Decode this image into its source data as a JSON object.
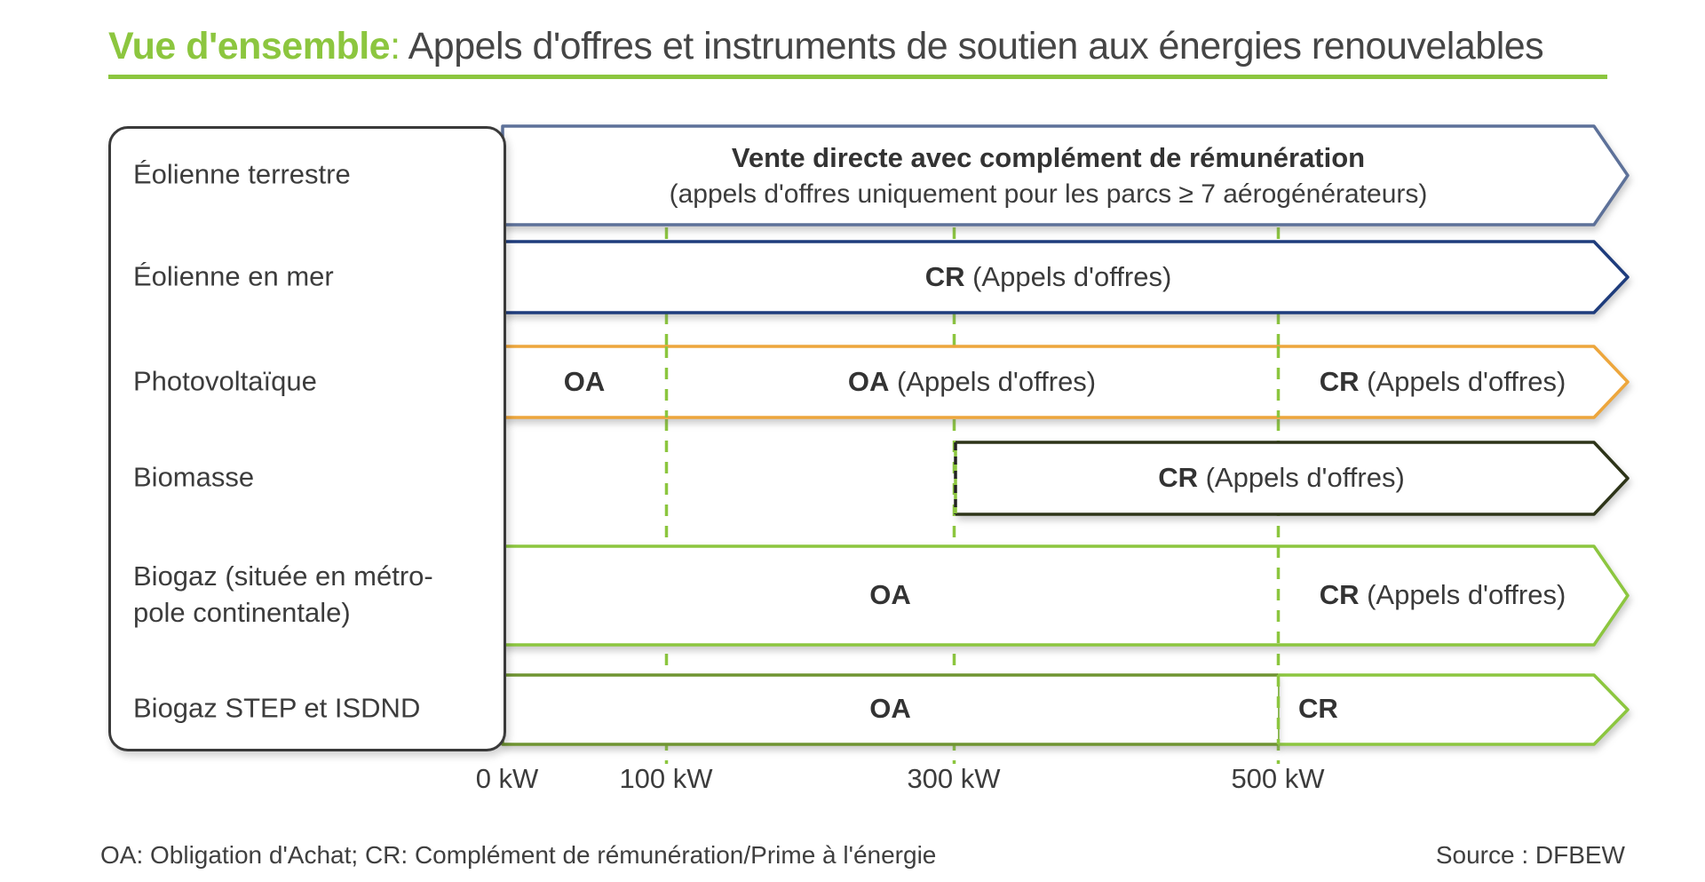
{
  "title": {
    "highlight": "Vue d'ensemble",
    "colon": ":",
    "rest": " Appels d'offres et instruments de soutien aux énergies renouvelables"
  },
  "colors": {
    "accent_green": "#8cc63f",
    "row_eolienne_terrestre": "#5d7199",
    "row_eolienne_mer": "#1e3c7c",
    "row_photovoltaique": "#eda63c",
    "row_biomasse": "#2d3418",
    "row_biogaz_metropole": "#8cc63f",
    "row_biogaz_step": "#6f9431",
    "gridline_dashed": "#8cc63f",
    "text_dark": "#3d3d3d",
    "box_border": "#3a3a3a"
  },
  "rows": [
    {
      "label": "Éolienne terrestre",
      "color": "#5d7199",
      "segments": [
        {
          "from_kw": 0,
          "open_ended": true,
          "bold": "Vente directe avec complément de rémunération",
          "rest": "(appels d'offres uniquement pour les parcs ≥ 7 aérogénérateurs)"
        }
      ]
    },
    {
      "label": "Éolienne en mer",
      "color": "#1e3c7c",
      "segments": [
        {
          "from_kw": 0,
          "open_ended": true,
          "bold": "CR",
          "rest": " (Appels d'offres)"
        }
      ]
    },
    {
      "label": "Photovoltaïque",
      "color": "#eda63c",
      "segments": [
        {
          "from_kw": 0,
          "to_kw": 100,
          "bold": "OA",
          "rest": ""
        },
        {
          "from_kw": 100,
          "to_kw": 500,
          "bold": "OA",
          "rest": " (Appels d'offres)"
        },
        {
          "from_kw": 500,
          "open_ended": true,
          "bold": "CR",
          "rest": " (Appels d'offres)"
        }
      ]
    },
    {
      "label": "Biomasse",
      "color": "#2d3418",
      "segments": [
        {
          "from_kw": 300,
          "open_ended": true,
          "bold": "CR",
          "rest": " (Appels d'offres)"
        }
      ]
    },
    {
      "label": "Biogaz (située en métropole continentale)",
      "label_line1": "Biogaz (située en métro-",
      "label_line2": "pole continentale)",
      "color": "#8cc63f",
      "segments": [
        {
          "from_kw": 0,
          "to_kw": 500,
          "bold": "OA",
          "rest": ""
        },
        {
          "from_kw": 500,
          "open_ended": true,
          "bold": "CR",
          "rest": " (Appels d'offres)"
        }
      ]
    },
    {
      "label": "Biogaz STEP et ISDND",
      "color": "#6f9431",
      "segments": [
        {
          "from_kw": 0,
          "to_kw": 500,
          "bold": "OA",
          "rest": ""
        },
        {
          "from_kw": 500,
          "open_ended": true,
          "bold": "CR",
          "rest": ""
        }
      ]
    }
  ],
  "axis": {
    "unit": "kW",
    "ticks": [
      {
        "label": "0 kW",
        "kw": 0
      },
      {
        "label": "100 kW",
        "kw": 100
      },
      {
        "label": "300 kW",
        "kw": 300
      },
      {
        "label": "500 kW",
        "kw": 500
      }
    ]
  },
  "footer": {
    "legend": "OA: Obligation d'Achat; CR: Complément de rémunération/Prime à l'énergie",
    "source": "Source : DFBEW"
  }
}
